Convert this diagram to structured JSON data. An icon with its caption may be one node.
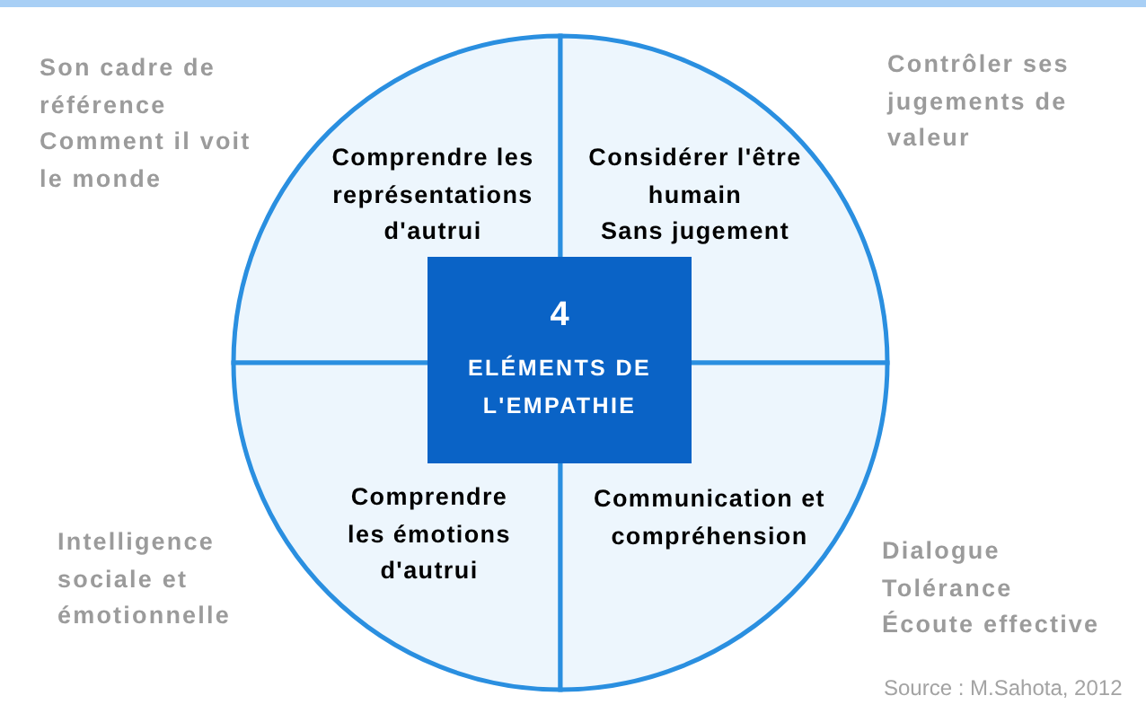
{
  "diagram": {
    "caption": "Source : M.Sahota, 2012",
    "nodes": [
      {
        "text": [
          "Comprendre les représentations d'autrui"
        ],
        "beside": [
          "Son cadre de référence",
          "Comment il voit le monde"
        ]
      },
      {
        "text": [
          "Considérer l'être humain",
          "Sans jugement"
        ],
        "beside": [
          "Contrôler ses jugements de valeur"
        ]
      },
      {
        "text": [
          "4",
          "ELÉMENTS DE L'EMPATHIE"
        ]
      },
      {
        "text": [
          "Comprendre les émotions d'autrui"
        ],
        "beside": [
          "Intelligence sociale et émotionnelle"
        ]
      },
      {
        "text": [
          "Communication et compréhension"
        ],
        "beside": [
          "Dialogue",
          "Tolérance",
          "Écoute effective"
        ]
      }
    ]
  }
}
